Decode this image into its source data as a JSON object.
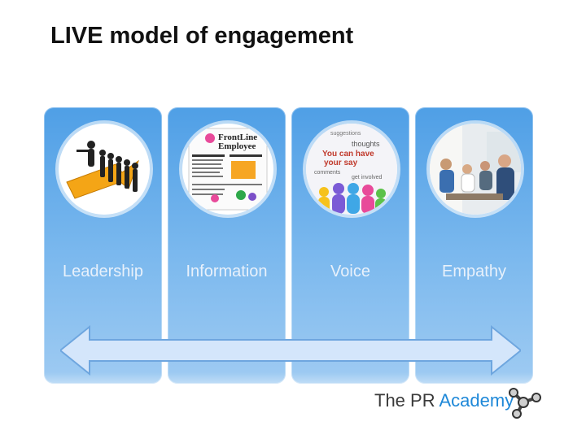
{
  "slide": {
    "title": "LIVE model of engagement"
  },
  "columns": [
    {
      "label": "Leadership"
    },
    {
      "label": "Information"
    },
    {
      "label": "Voice"
    },
    {
      "label": "Empathy"
    }
  ],
  "newsletter": {
    "masthead_line1": "FrontLine",
    "masthead_line2": "Employee"
  },
  "voice_bubble": {
    "words": [
      "suggestions",
      "thoughts",
      "You can have",
      "your say",
      "comments",
      "get involved"
    ]
  },
  "brand": {
    "name_part1": "The PR ",
    "name_part2": "Academy"
  },
  "colors": {
    "column_blue": "#5aa6e8",
    "arrow_fill": "#d4e6fb",
    "brand_blue": "#1e88d8"
  }
}
